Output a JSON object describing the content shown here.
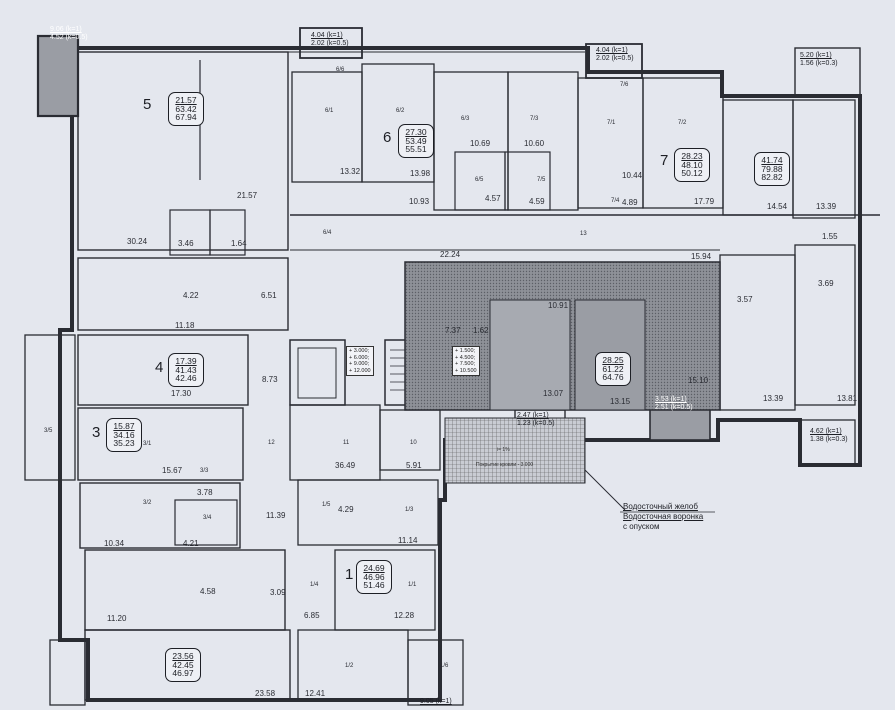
{
  "apartments": [
    {
      "num": "5",
      "areas": [
        "21.57",
        "63.42",
        "67.94"
      ]
    },
    {
      "num": "6",
      "areas": [
        "27.30",
        "53.49",
        "55.51"
      ]
    },
    {
      "num": "7",
      "areas": [
        "28.23",
        "48.10",
        "50.12"
      ]
    },
    {
      "areas": [
        "41.74",
        "79.88",
        "82.82"
      ]
    },
    {
      "num": "4",
      "areas": [
        "17.39",
        "41.43",
        "42.46"
      ]
    },
    {
      "num": "3",
      "areas": [
        "15.87",
        "34.16",
        "35.23"
      ]
    },
    {
      "num": "1",
      "areas": [
        "24.69",
        "46.96",
        "51.46"
      ]
    },
    {
      "areas": [
        "23.56",
        "42.45",
        "46.97"
      ]
    },
    {
      "areas": [
        "28.25",
        "61.22",
        "64.76"
      ]
    }
  ],
  "balconies": [
    {
      "lines": [
        "9.06 (k=1)",
        "4.52 (k=0.5)"
      ]
    },
    {
      "lines": [
        "4.04 (k=1)",
        "2.02 (k=0.5)"
      ]
    },
    {
      "lines": [
        "4.04 (k=1)",
        "2.02 (k=0.5)"
      ]
    },
    {
      "lines": [
        "5.20 (k=1)",
        "1.56 (k=0.3)"
      ]
    },
    {
      "lines": [
        "4.62 (k=1)",
        "1.38 (k=0.3)"
      ]
    },
    {
      "lines": [
        "3.53 (k=1)",
        "2.51 (k=0.5)"
      ]
    },
    {
      "lines": [
        "2.47 (k=1)",
        "1.23 (k=0.5)"
      ]
    },
    {
      "lines": [
        "9.05 (k=1)"
      ]
    }
  ],
  "room_ids": [
    "6/1",
    "6/2",
    "6/3",
    "7/3",
    "7/1",
    "7/2",
    "6/5",
    "6/6",
    "7/5",
    "7/6",
    "7/4",
    "6/4",
    "13",
    "3/5",
    "3/1",
    "3/3",
    "3/2",
    "3/4",
    "12",
    "11",
    "10",
    "1/5",
    "1/3",
    "1/4",
    "1/1",
    "1/2",
    "1/6"
  ],
  "room_areas": [
    "13.32",
    "13.98",
    "10.69",
    "10.60",
    "10.44",
    "17.79",
    "10.93",
    "4.57",
    "4.59",
    "4.89",
    "14.54",
    "13.39",
    "21.57",
    "30.24",
    "3.46",
    "1.64",
    "4.22",
    "6.51",
    "11.18",
    "22.24",
    "15.94",
    "1.55",
    "3.69",
    "10.91",
    "7.37",
    "1.62",
    "3.57",
    "8.73",
    "17.30",
    "13.07",
    "13.15",
    "15.10",
    "13.39",
    "13.81",
    "15.67",
    "3.78",
    "36.49",
    "5.91",
    "4.29",
    "11.14",
    "10.34",
    "4.21",
    "11.39",
    "4.58",
    "3.09",
    "6.85",
    "12.28",
    "11.20",
    "23.58",
    "12.41"
  ],
  "elevation_notes": [
    [
      "+ 3.000;",
      "+ 6.000;",
      "+ 9.000;",
      "+ 12.000"
    ],
    [
      "+ 1.500;",
      "+ 4.500;",
      "+ 7.500;",
      "+ 10.500"
    ]
  ],
  "annotation": {
    "gutter": "Водосточный желоб",
    "funnel": "Водосточная воронка",
    "funnel2": "с опуском"
  },
  "roof_note": "Покрытие кровли - 3.000",
  "slope_note": "i= 1%",
  "colors": {
    "paper": "#e4e7ee",
    "ink": "#1d1f25",
    "hatch": "#8c8f97",
    "wall": "#2a2c33"
  }
}
